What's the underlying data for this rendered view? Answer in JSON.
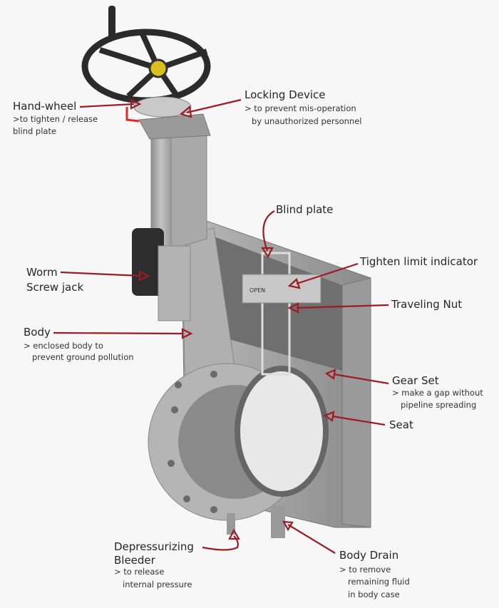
{
  "colors": {
    "leader": "#9b1c24",
    "background": "#f7f7f7",
    "metal": "#a8a8a8",
    "wheel": "#2b2b2b"
  },
  "labels": {
    "hand_wheel": {
      "title": "Hand-wheel",
      "desc": [
        ">to tighten / release",
        "blind plate"
      ]
    },
    "locking_device": {
      "title": "Locking Device",
      "desc": [
        "> to prevent mis-operation",
        "by unauthorized personnel"
      ]
    },
    "blind_plate": {
      "title": "Blind plate"
    },
    "tighten_limit": {
      "title": "Tighten limit indicator"
    },
    "traveling_nut": {
      "title": "Traveling Nut"
    },
    "worm": {
      "title": [
        "Worm",
        "Screw jack"
      ]
    },
    "body": {
      "title": "Body",
      "desc": [
        "> enclosed body to",
        "prevent ground pollution"
      ]
    },
    "gear_set": {
      "title": "Gear Set",
      "desc": [
        "> make a gap without",
        "pipeline spreading"
      ]
    },
    "seat": {
      "title": "Seat"
    },
    "bleeder": {
      "title": [
        "Depressurizing",
        "Bleeder"
      ],
      "desc": [
        "> to release",
        "internal pressure"
      ]
    },
    "body_drain": {
      "title": "Body Drain",
      "desc": [
        "> to remove",
        "remaining fluid",
        "in body case"
      ]
    }
  },
  "indicator_text": "OPEN"
}
